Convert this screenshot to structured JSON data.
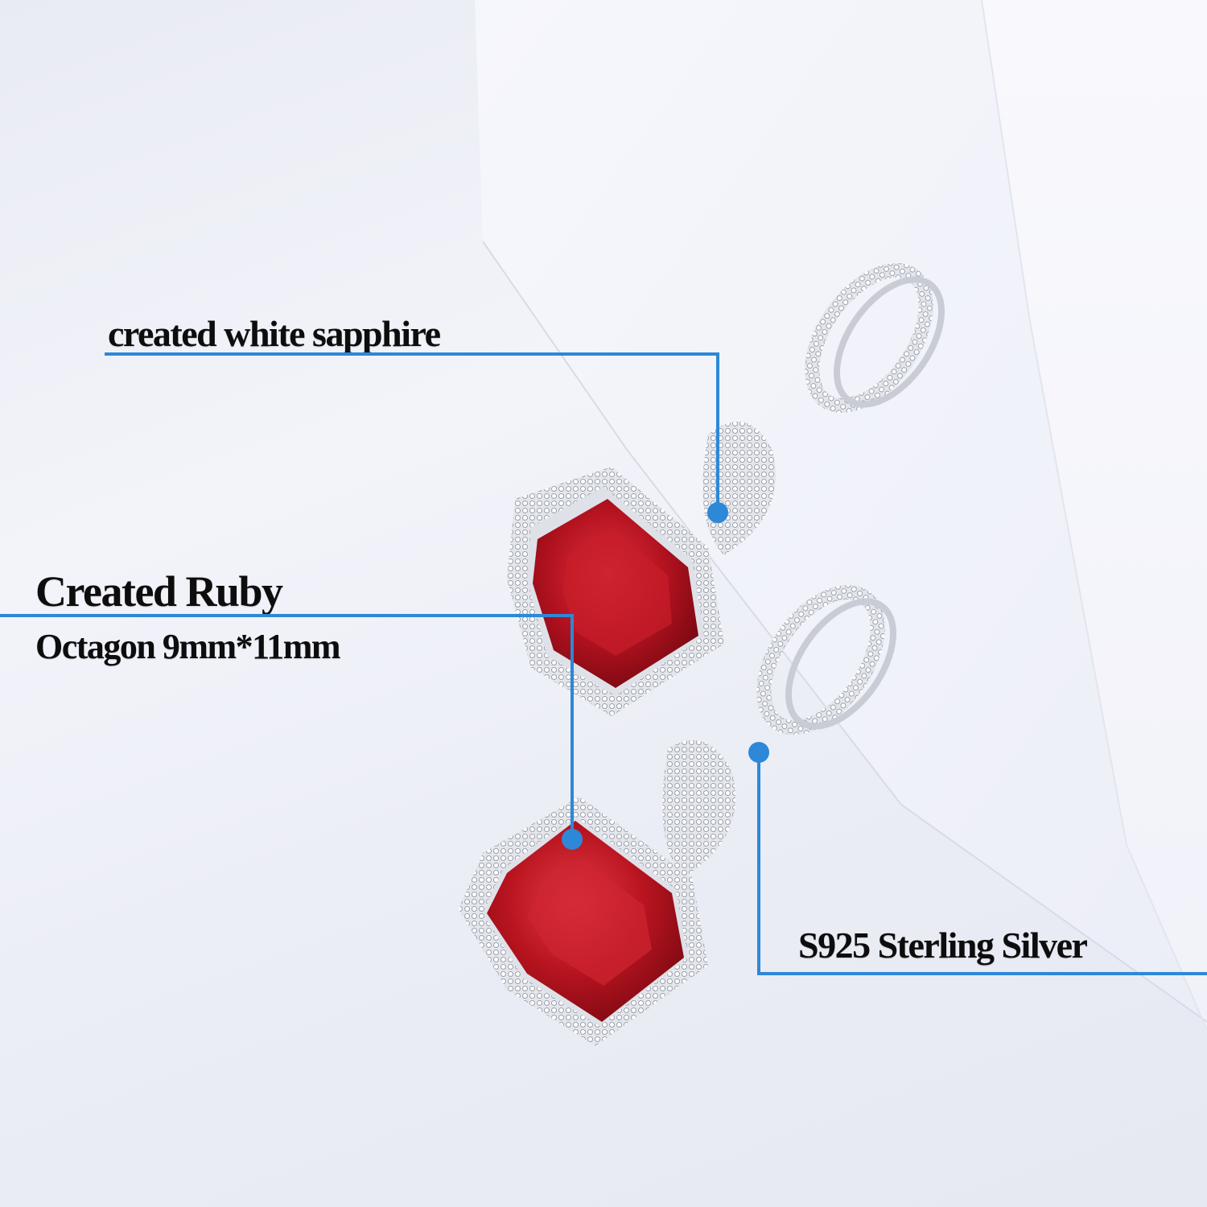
{
  "annotations": {
    "white_sapphire": {
      "label": "created white sapphire"
    },
    "ruby": {
      "title": "Created Ruby",
      "subtitle": "Octagon 9mm*11mm"
    },
    "silver": {
      "label": "S925 Sterling Silver"
    }
  },
  "colors": {
    "callout_line": "#2d88d8",
    "ruby": "#b3121f",
    "silver": "#d8dbe2",
    "background": "#eef0f7",
    "text": "#0d0d0d"
  },
  "product": {
    "subject": "ruby-drop-earrings",
    "count": 2
  }
}
